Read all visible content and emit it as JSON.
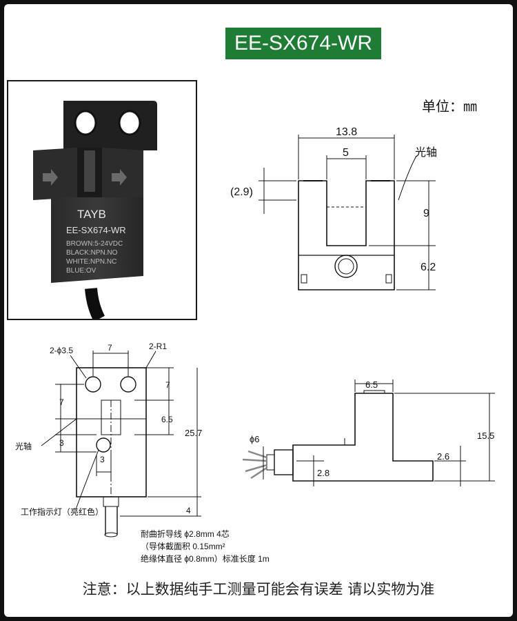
{
  "title": "EE-SX674-WR",
  "unit_label": "单位：㎜",
  "photo": {
    "brand": "TAYB",
    "model": "EE-SX674-WR",
    "wiring": [
      "BROWN:5-24VDC",
      "BLACK:NPN.NO",
      "WHITE:NPN.NC",
      "BLUE:OV"
    ]
  },
  "front_view": {
    "width": "13.8",
    "slot_width": "5",
    "offset": "(2.9)",
    "slot_depth": "9",
    "base_height": "6.2",
    "axis_label": "光轴"
  },
  "top_view": {
    "hole_label": "2-ϕ3.5",
    "radius_label": "2-R1",
    "hole_spacing": "7",
    "dim_7_right": "7",
    "dim_7_left": "7",
    "dim_6_5": "6.5",
    "dim_3_vertical": "3",
    "dim_3_horizontal": "3",
    "total_height": "25.7",
    "dim_4": "4",
    "axis_label": "光轴",
    "indicator_label": "工作指示灯（亮红色）"
  },
  "side_view": {
    "top_width": "6.5",
    "total_height": "15.5",
    "dim_2_6": "2.6",
    "dim_2_8": "2.8",
    "phi_6": "ϕ6"
  },
  "cable_spec": {
    "line1": "耐曲折导线 ϕ2.8mm  4芯",
    "line2": "（导体截面积 0.15mm²",
    "line3": "绝缘体直径 ϕ0.8mm）标准长度 1m"
  },
  "footer_note": "注意：以上数据纯手工测量可能会有误差 请以实物为准"
}
